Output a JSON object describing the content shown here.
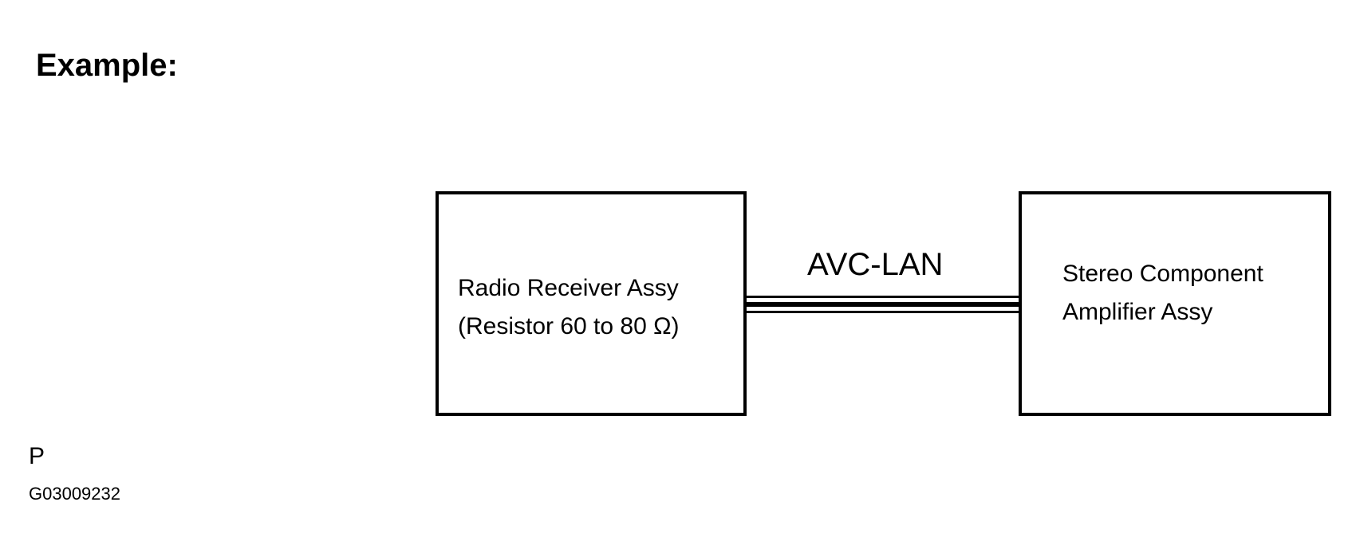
{
  "heading": "Example:",
  "components": {
    "left": {
      "line1": "Radio Receiver Assy",
      "line2": "(Resistor 60 to 80 Ω)"
    },
    "right": {
      "line1": "Stereo Component",
      "line2": "Amplifier Assy"
    }
  },
  "connection": {
    "label": "AVC-LAN"
  },
  "footer": {
    "page_letter": "P",
    "figure_code": "G03009232"
  }
}
